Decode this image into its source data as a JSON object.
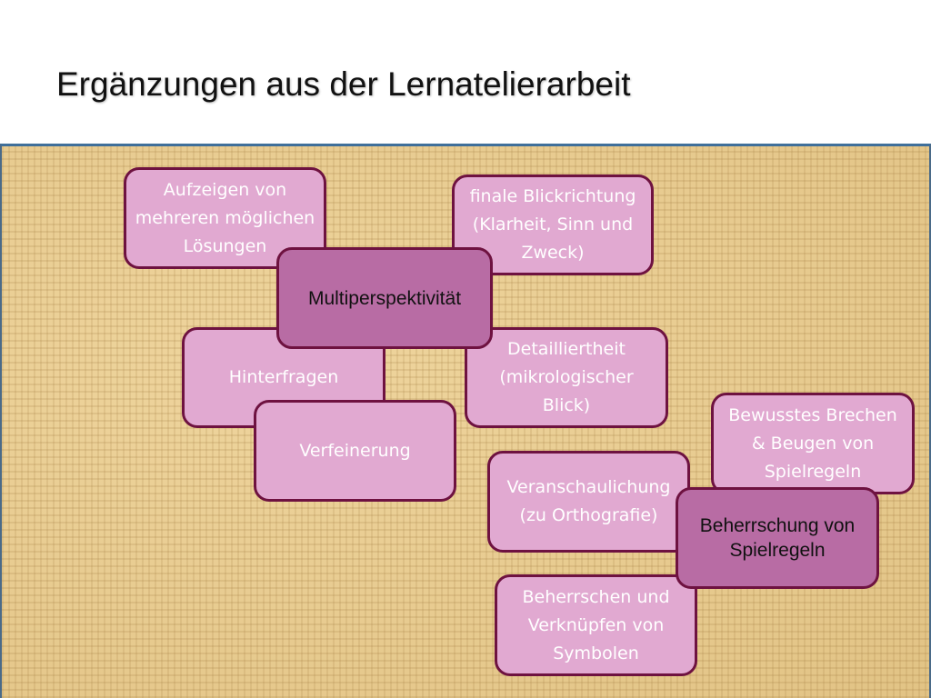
{
  "title": "Ergänzungen aus der Lernatelierarbeit",
  "nodes": {
    "aufzeigen": "Aufzeigen von mehreren möglichen Lösungen",
    "finale": "finale Blickrichtung (Klarheit, Sinn und Zweck)",
    "multiperspektivitaet": "Multiperspektivität",
    "hinterfragen": "Hinterfragen",
    "detailliertheit": "Detailliertheit (mikrologischer Blick)",
    "verfeinerung": "Verfeinerung",
    "bewusstes": "Bewusstes Brechen & Beugen von Spielregeln",
    "veranschaulichung": "Veranschaulichung (zu Orthografie)",
    "beherrschung": "Beherrschung von Spielregeln",
    "beherrschen": "Beherrschen und Verknüpfen von Symbolen"
  },
  "colors": {
    "node_fill": "#e1a9d1",
    "hub_fill": "#b86ca4",
    "node_border": "#6e1240",
    "background": "#e6c98c"
  }
}
